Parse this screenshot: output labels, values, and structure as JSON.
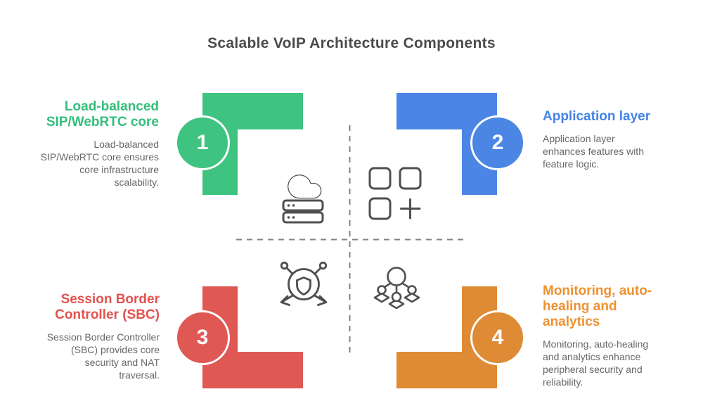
{
  "page": {
    "title": "Scalable VoIP Architecture Components",
    "background_color": "#ffffff",
    "title_text_color": "#4b4b4b",
    "description_text_color": "#676767",
    "icon_stroke_color": "#4f4f4f",
    "divider_color": "#828282"
  },
  "quadrants": [
    {
      "number": "1",
      "color": "#3FC380",
      "title_color": "#34BE7B",
      "title": "Load-balanced\nSIP/WebRTC core",
      "description": "Load-balanced\nSIP/WebRTC core ensures\ncore infrastructure\nscalability.",
      "icon": "cloud-server-icon"
    },
    {
      "number": "2",
      "color": "#4C86E4",
      "title_color": "#4583E6",
      "title": "Application layer",
      "description": "Application layer\nenhances features with\nfeature logic.",
      "icon": "app-grid-plus-icon"
    },
    {
      "number": "3",
      "color": "#E05854",
      "title_color": "#E25350",
      "title": "Session Border\nController (SBC)",
      "description": "Session Border Controller\n(SBC) provides core\nsecurity and NAT\ntraversal.",
      "icon": "shield-network-icon"
    },
    {
      "number": "4",
      "color": "#DF8A35",
      "title_color": "#EE9130",
      "title": "Monitoring, auto-\nhealing and\nanalytics",
      "description": "Monitoring, auto-healing\nand analytics enhance\nperipheral security and\nreliability.",
      "icon": "distributed-nodes-icon"
    }
  ]
}
